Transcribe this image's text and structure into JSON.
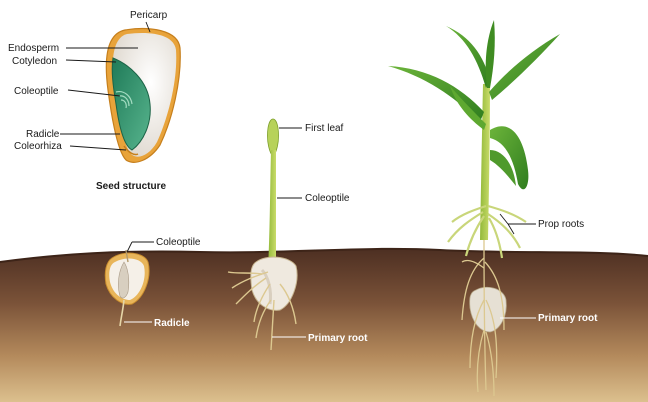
{
  "labels": {
    "pericarp": "Pericarp",
    "endosperm": "Endosperm",
    "cotyledon": "Cotyledon",
    "coleoptile_seed": "Coleoptile",
    "radicle_seed": "Radicle",
    "coleorhiza": "Coleorhiza",
    "seed_structure_title": "Seed structure",
    "coleoptile_stage1": "Coleoptile",
    "radicle_stage1": "Radicle",
    "first_leaf": "First leaf",
    "coleoptile_stage2": "Coleoptile",
    "primary_root_stage2": "Primary root",
    "prop_roots": "Prop roots",
    "primary_root_stage3": "Primary root"
  },
  "colors": {
    "soil_top": "#5a3a2a",
    "soil_bottom": "#c9a272",
    "pericarp": "#e8a33a",
    "endosperm": "#f3eee8",
    "cotyledon": "#2f8f6a",
    "leaf": "#4f9a2c",
    "stem": "#a8c64a",
    "root": "#d9c28a"
  }
}
